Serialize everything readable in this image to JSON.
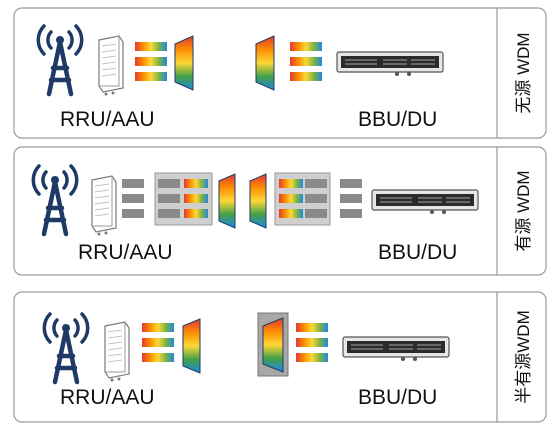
{
  "colors": {
    "tower": "#1f3a66",
    "panel_border": "#9a9a9a",
    "module_gray": "#8a8a8a",
    "mux_frame": "#bdbdbd",
    "fiber": "#a8a8a8"
  },
  "icons": {
    "antenna": "antenna-tower-icon",
    "radio_unit": "rru-unit-icon",
    "bbu": "bbu-chassis-icon"
  },
  "panels": [
    {
      "title": "无源 WDM",
      "left_label": "RRU/AAU",
      "right_label": "BBU/DU"
    },
    {
      "title": "有源 WDM",
      "left_label": "RRU/AAU",
      "right_label": "BBU/DU"
    },
    {
      "title": "半有源WDM",
      "left_label": "RRU/AAU",
      "right_label": "BBU/DU"
    }
  ]
}
